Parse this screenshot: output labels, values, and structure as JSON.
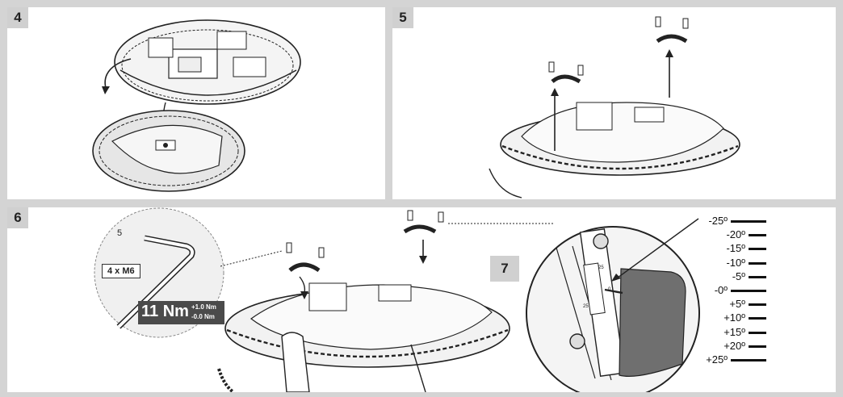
{
  "steps": {
    "s4": "4",
    "s5": "5",
    "s6": "6",
    "s7": "7"
  },
  "detail": {
    "dimension": "5",
    "bolts": "4 x M6",
    "torque_main": "11 Nm",
    "torque_plus": "+1.0 Nm",
    "torque_minus": "-0.0 Nm"
  },
  "scale": [
    {
      "label": "-25º",
      "major": true
    },
    {
      "label": "-20º",
      "major": false
    },
    {
      "label": "-15º",
      "major": false
    },
    {
      "label": "-10º",
      "major": false
    },
    {
      "label": "-5º",
      "major": false
    },
    {
      "label": "-0º",
      "major": true
    },
    {
      "label": "+5º",
      "major": false
    },
    {
      "label": "+10º",
      "major": false
    },
    {
      "label": "+15º",
      "major": false
    },
    {
      "label": "+20º",
      "major": false
    },
    {
      "label": "+25º",
      "major": true
    }
  ],
  "gauge": {
    "top": "25",
    "mid": "0",
    "bot": "25"
  }
}
